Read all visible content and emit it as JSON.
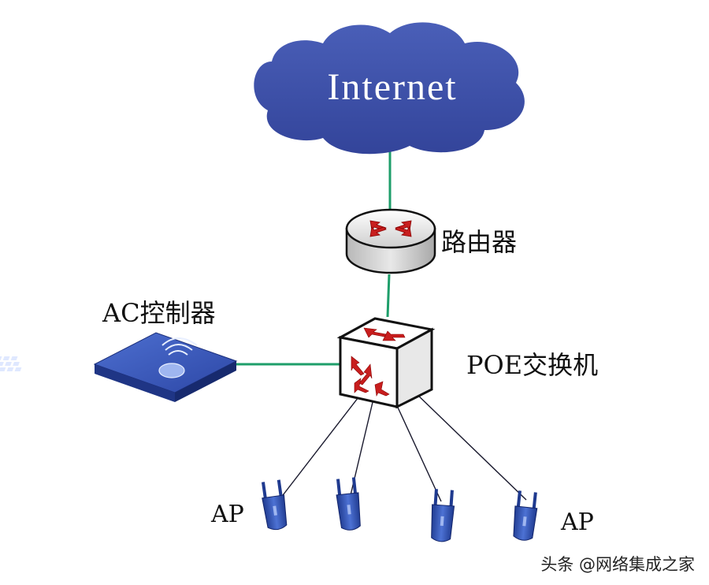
{
  "diagram": {
    "cloud_label": "Internet",
    "router_label": "路由器",
    "ac_label": "AC控制器",
    "switch_label": "POE交换机",
    "ap_label_left": "AP",
    "ap_label_right": "AP",
    "watermark": "头条 @网络集成之家"
  },
  "colors": {
    "cloud": "#3c4fa6",
    "green_link": "#1e9e6a",
    "ap_link": "#1a1a2e",
    "device_blue": "#2f4fb0",
    "arrow_red": "#c81e1e"
  },
  "icons": {
    "router": "router-icon",
    "switch": "switch-icon",
    "ac_controller": "ac-controller-icon",
    "access_point": "access-point-icon"
  }
}
